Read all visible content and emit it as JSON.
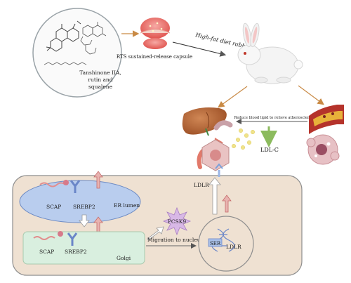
{
  "labels": {
    "compounds": [
      "Tanshinone IIA,",
      "rutin and",
      "squalene"
    ],
    "capsule": "RTS sustained-release capsule",
    "diet": "High-fat diet rabbit",
    "reduce": "Reduce blood lipid to relieve atherosclerosis",
    "ldlc": "LDL-C",
    "ldlr_top": "LDLR",
    "scap_top": "SCAP",
    "srebp2_top": "SREBP2",
    "er": "ER lumen",
    "pcsk9": "PCSK9",
    "scap_bottom": "SCAP",
    "srebp2_bottom": "SREBP2",
    "golgi": "Golgi",
    "migration": "Migration to nucleus",
    "ser": "SER",
    "ldlr_nucleus": "LDLR"
  },
  "colors": {
    "cell": "#efe1d2",
    "er": "#b9cdee",
    "golgi": "#d9efdf",
    "pcsk9": "#d8b8e6",
    "liver": "#b86b35",
    "up_arrow": "#d99a9a",
    "flow_arrow": "#c98a45",
    "ldl_dots": "#f0e38a",
    "ldlc_arrow": "#8cbb5e"
  }
}
